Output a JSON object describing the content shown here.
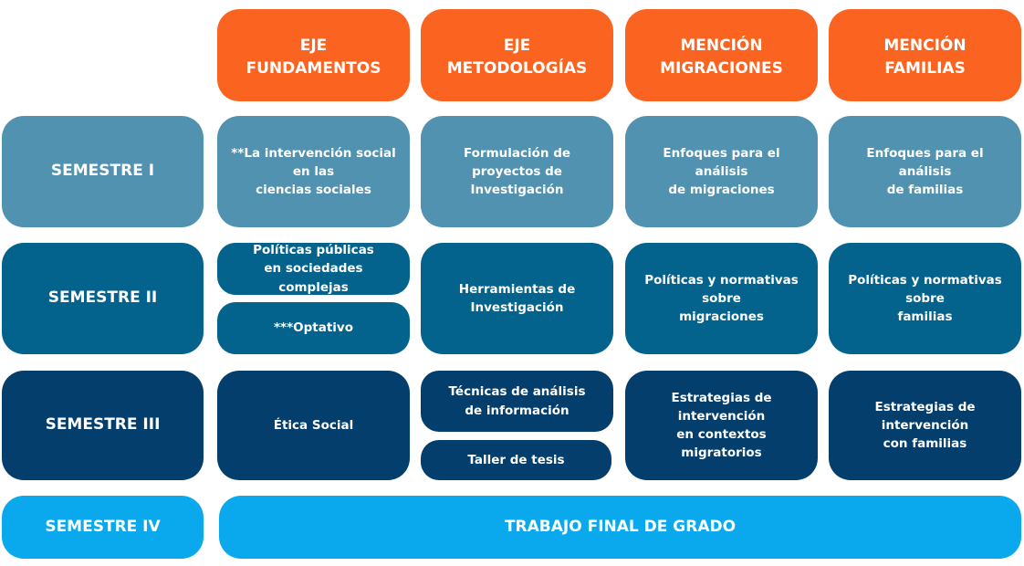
{
  "headers": [
    "EJE\nFUNDAMENTOS",
    "EJE\nMETODOLOGÍAS",
    "MENCIÓN\nMIGRACIONES",
    "MENCIÓN\nFAMILIAS"
  ],
  "semesters": [
    "SEMESTRE I",
    "SEMESTRE II",
    "SEMESTRE III",
    "SEMESTRE IV"
  ],
  "sem1": {
    "fundamentos": "**La intervención social en las\nciencias sociales",
    "metodologias": "Formulación de proyectos de\nInvestigación",
    "migraciones": "Enfoques para el análisis\nde migraciones",
    "familias": "Enfoques para el análisis\nde familias"
  },
  "sem2": {
    "fundamentos_a": "Políticas públicas\nen sociedades complejas",
    "fundamentos_b": "***Optativo",
    "metodologias": "Herramientas de\nInvestigación",
    "migraciones": "Políticas y normativas sobre\nmigraciones",
    "familias": "Políticas y normativas sobre\nfamilias"
  },
  "sem3": {
    "fundamentos": "Ética Social",
    "metodologias_a": "Técnicas de análisis\nde información",
    "metodologias_b": "Taller de tesis",
    "migraciones": "Estrategias de intervención\nen contextos migratorios",
    "familias": "Estrategias de intervención\ncon familias"
  },
  "sem4": {
    "final": "TRABAJO FINAL DE GRADO"
  },
  "colors": {
    "header": "#fa6420",
    "semester1": "#5192b0",
    "semester2": "#03638c",
    "semester3": "#033e6c",
    "semester4": "#0aa9ed"
  }
}
